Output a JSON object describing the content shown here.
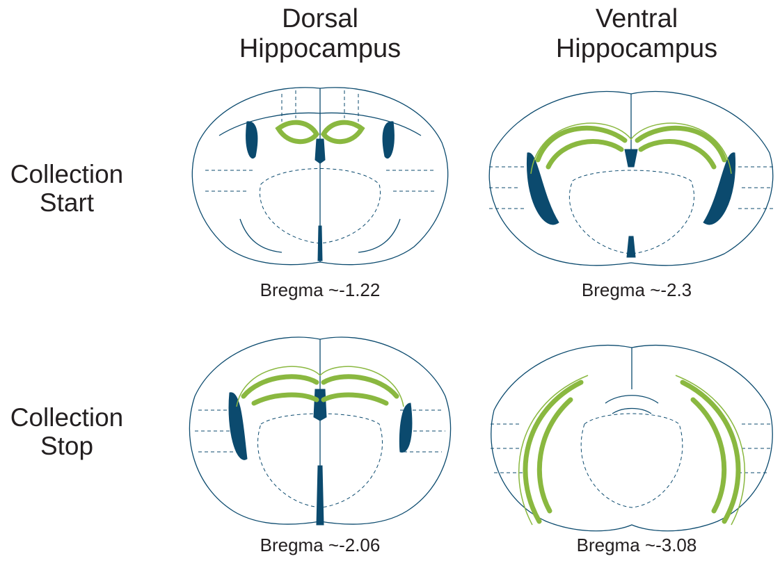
{
  "columns": [
    {
      "line1": "Dorsal",
      "line2": "Hippocampus"
    },
    {
      "line1": "Ventral",
      "line2": "Hippocampus"
    }
  ],
  "rows": [
    {
      "line1": "Collection",
      "line2": "Start"
    },
    {
      "line1": "Collection",
      "line2": "Stop"
    }
  ],
  "sections": [
    {
      "caption": "Bregma ~-1.22"
    },
    {
      "caption": "Bregma ~-2.3"
    },
    {
      "caption": "Bregma ~-2.06"
    },
    {
      "caption": "Bregma ~-3.08"
    }
  ],
  "colors": {
    "outline": "#0b4a6e",
    "hippocampus": "#8ab840",
    "ventricle": "#0b4a6e"
  }
}
